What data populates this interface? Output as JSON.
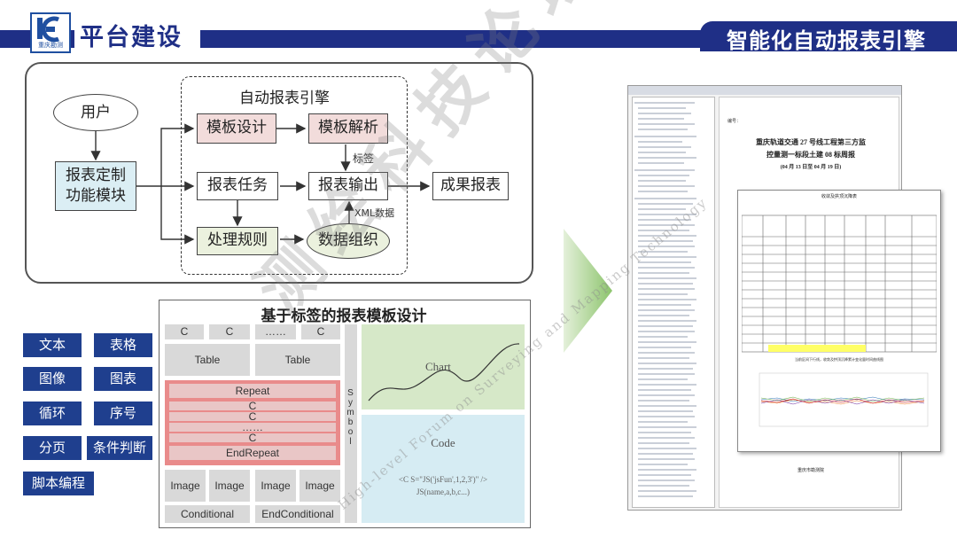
{
  "header": {
    "logo_text": "重庆勘测",
    "title": "平台建设",
    "right_title": "智能化自动报表引擎"
  },
  "flow": {
    "engine_title": "自动报表引擎",
    "user": "用户",
    "report_custom": "报表定制\n功能模块",
    "template_design": "模板设计",
    "template_parse": "模板解析",
    "report_task": "报表任务",
    "report_output": "报表输出",
    "process_rules": "处理规则",
    "data_org": "数据组织",
    "result_report": "成果报表",
    "label_tag": "标签",
    "label_xml": "XML数据"
  },
  "template": {
    "title": "基于标签的报表模板设计",
    "c": "C",
    "dots": "……",
    "table": "Table",
    "repeat": "Repeat",
    "end_repeat": "EndRepeat",
    "image": "Image",
    "conditional": "Conditional",
    "end_conditional": "EndConditional",
    "symbol": "Symbol",
    "chart": "Chart",
    "code": "Code",
    "code_line1": "<C S=\"JS('jsFun',1,2,3')\" />",
    "code_line2": "JS(name,a,b,c...)"
  },
  "tags": [
    "文本",
    "表格",
    "图像",
    "图表",
    "循环",
    "序号",
    "分页",
    "条件判断",
    "脚本编程"
  ],
  "document": {
    "doc_no": "编号：",
    "title_line1": "重庆轨道交通 27 号线工程第三方监",
    "title_line2": "控量测一标段土建 08 标周报",
    "title_line3": "(04 月 13 日至 04 月 19 日)",
    "table_title": "收敛及拱顶沉降表",
    "footer_org": "重庆市勘测院",
    "chart_title": "当前区间下行线，收敛及拱顶沉降累计变化量时间曲线图"
  },
  "watermark": {
    "big": "测绘科技论坛",
    "small": "High-level Forum on Surveying and Mapping Technology"
  },
  "colors": {
    "navy": "#1f2f86",
    "pink_box": "#f2dcdb",
    "green_box": "#ebf1de",
    "blue_box": "#dbeef4",
    "red_repeat": "#e98b8b",
    "chart_green": "#d6e8c8",
    "code_blue": "#d6ecf3"
  }
}
